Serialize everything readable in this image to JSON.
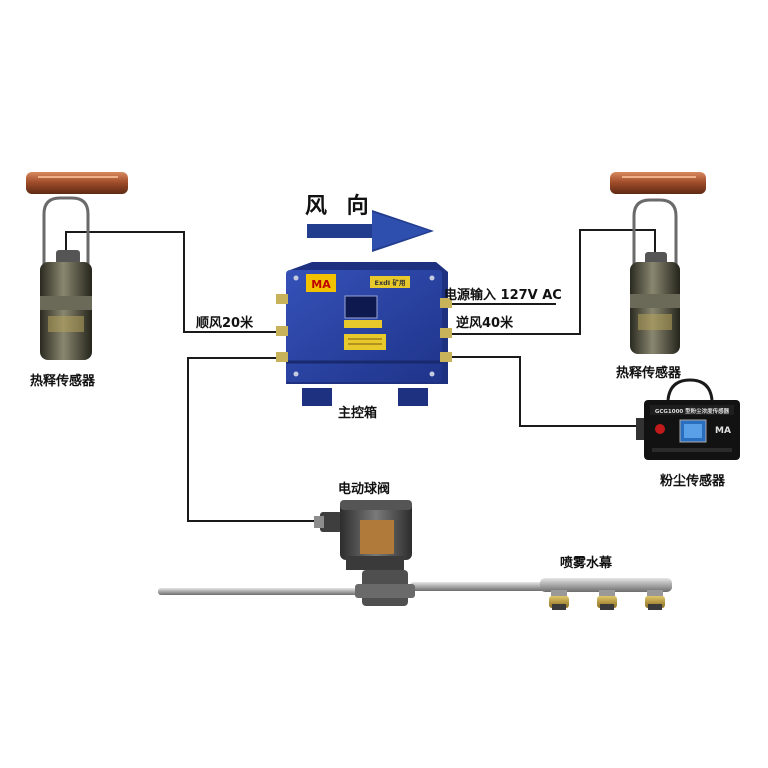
{
  "labels": {
    "wind_direction": "风 向",
    "left_sensor": "热释传感器",
    "right_sensor": "热释传感器",
    "control_box": "主控箱",
    "downwind": "顺风20米",
    "power_input": "电源输入 127V AC",
    "upwind": "逆风40米",
    "valve": "电动球阀",
    "dust_sensor": "粉尘传感器",
    "water_curtain": "喷雾水幕"
  },
  "device_text": {
    "box_ma": "MA",
    "box_plate": "ExdI 矿用",
    "dust_model": "GCG1000 型粉尘浓度传感器",
    "dust_ma": "MA"
  },
  "colors": {
    "wire": "#1a1a1a",
    "box_blue": "#2b47a8",
    "box_blue_dark": "#1d3180",
    "arrow_blue": "#223c8e",
    "copper": "#a0522d",
    "sensor_body": "#3b3b2c",
    "valve_body": "#4a4a4a",
    "pipe": "#b7b7b7"
  }
}
